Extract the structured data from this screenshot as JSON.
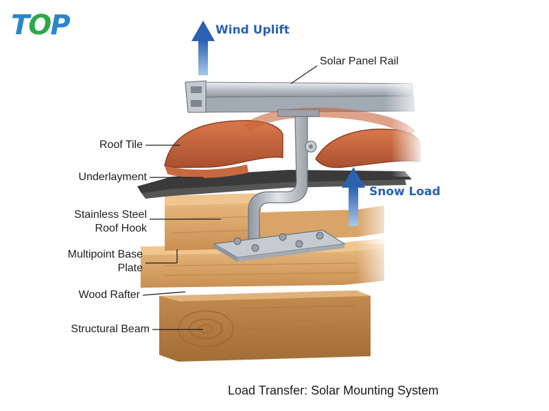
{
  "logo": {
    "letter_t": "T",
    "letter_o": "O",
    "letter_p": "P",
    "colors": {
      "blue": "#2c86c9",
      "green": "#2ea84a"
    }
  },
  "arrows": {
    "wind_uplift": "Wind Uplift",
    "snow_load": "Snow Load",
    "color": "#2a62b0"
  },
  "labels": {
    "solar_panel_rail": "Solar Panel Rail",
    "roof_tile": "Roof Tile",
    "underlayment": "Underlayment",
    "roof_hook_line1": "Stainless Steel",
    "roof_hook_line2": "Roof Hook",
    "base_plate_line1": "Multipoint Base",
    "base_plate_line2": "Plate",
    "wood_rafter": "Wood Rafter",
    "structural_beam": "Structural Beam"
  },
  "caption": "Load Transfer: Solar Mounting System",
  "colors": {
    "tile": "#c8643c",
    "wood": "#d9a66a",
    "steel": "#b9bfc6",
    "underlayment": "#3a3a3a"
  }
}
